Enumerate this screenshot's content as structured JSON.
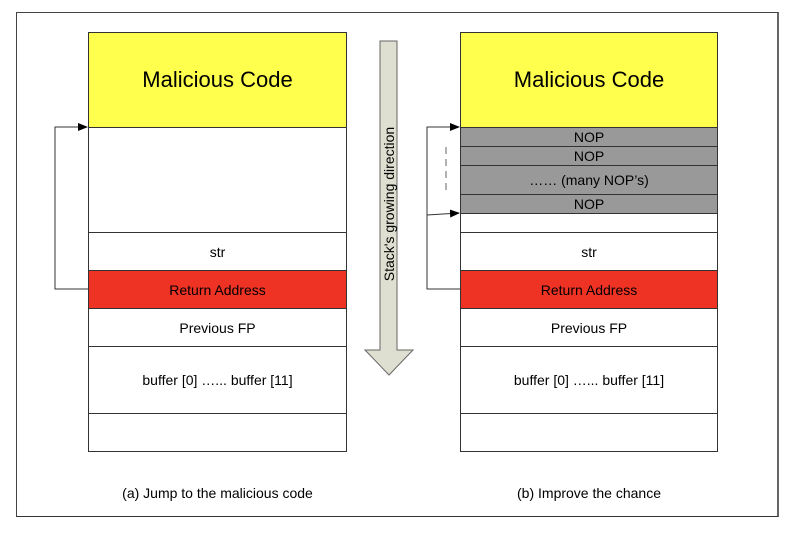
{
  "diagram": {
    "direction_label": "Stack's growing direction",
    "left": {
      "caption": "(a) Jump to the malicious code",
      "cells": [
        {
          "label": "Malicious Code",
          "kind": "malicious-code"
        },
        {
          "label": "",
          "kind": "empty"
        },
        {
          "label": "str",
          "kind": "str"
        },
        {
          "label": "Return Address",
          "kind": "return-address"
        },
        {
          "label": "Previous FP",
          "kind": "previous-fp"
        },
        {
          "label": "buffer [0] …... buffer [11]",
          "kind": "buffer"
        },
        {
          "label": "",
          "kind": "empty"
        }
      ]
    },
    "right": {
      "caption": "(b) Improve the chance",
      "cells": [
        {
          "label": "Malicious Code",
          "kind": "malicious-code"
        },
        {
          "label": "NOP",
          "kind": "nop"
        },
        {
          "label": "NOP",
          "kind": "nop"
        },
        {
          "label": "…… (many NOP’s)",
          "kind": "nop"
        },
        {
          "label": "NOP",
          "kind": "nop"
        },
        {
          "label": "",
          "kind": "empty"
        },
        {
          "label": "str",
          "kind": "str"
        },
        {
          "label": "Return Address",
          "kind": "return-address"
        },
        {
          "label": "Previous FP",
          "kind": "previous-fp"
        },
        {
          "label": "buffer [0] …... buffer [11]",
          "kind": "buffer"
        },
        {
          "label": "",
          "kind": "empty"
        }
      ]
    },
    "colors": {
      "malicious_code": "#ffff4d",
      "return_address": "#ee3325",
      "nop": "#999999",
      "direction_arrow": "#dedfd0"
    }
  }
}
